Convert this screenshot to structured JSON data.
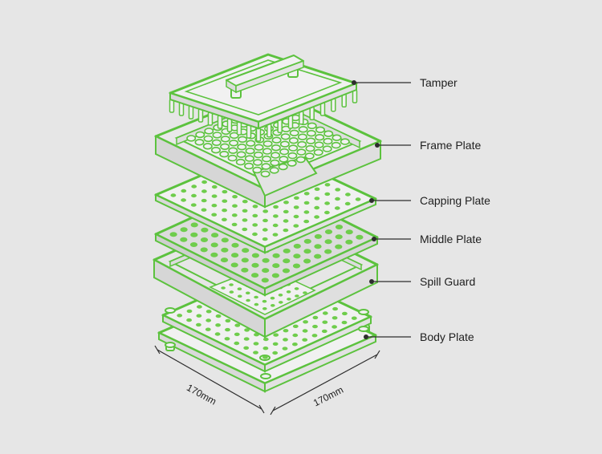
{
  "components": [
    {
      "key": "tamper",
      "label": "Tamper"
    },
    {
      "key": "frame_plate",
      "label": "Frame Plate"
    },
    {
      "key": "capping_plate",
      "label": "Capping Plate"
    },
    {
      "key": "middle_plate",
      "label": "Middle Plate"
    },
    {
      "key": "spill_guard",
      "label": "Spill Guard"
    },
    {
      "key": "body_plate",
      "label": "Body Plate"
    }
  ],
  "dimensions": {
    "left": "170mm",
    "right": "170mm"
  },
  "colors": {
    "background": "#e6e6e6",
    "accent_green": "#5cc23e",
    "hole_green": "#6fcd4c",
    "plate_fill": "#f1f1f1",
    "plate_fill_dark": "#dcdcdc",
    "outline": "#2d2d2d"
  }
}
